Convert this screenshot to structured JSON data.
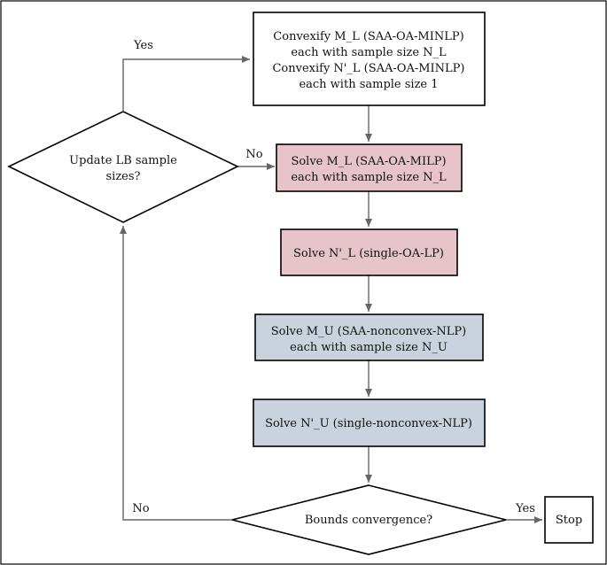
{
  "colors": {
    "pink_fill": "#e6c4ca",
    "blue_fill": "#c8d3dd",
    "white_fill": "#ffffff",
    "arrow": "#666666",
    "border": "#000000"
  },
  "nodes": {
    "convexify": {
      "line1": "Convexify M_L (SAA-OA-MINLP)",
      "line2": "each with sample size N_L",
      "line3": "Convexify N'_L (SAA-OA-MINLP)",
      "line4": "each with sample size 1"
    },
    "update_lb": {
      "line1": "Update LB sample",
      "line2": "sizes?"
    },
    "solve_ml": {
      "line1": "Solve M_L (SAA-OA-MILP)",
      "line2": "each with sample size N_L"
    },
    "solve_nl": {
      "line1": "Solve N'_L (single-OA-LP)"
    },
    "solve_mu": {
      "line1": "Solve M_U (SAA-nonconvex-NLP)",
      "line2": "each with sample size N_U"
    },
    "solve_nu": {
      "line1": "Solve N'_U (single-nonconvex-NLP)"
    },
    "bounds": {
      "line1": "Bounds convergence?"
    },
    "stop": {
      "line1": "Stop"
    }
  },
  "edge_labels": {
    "yes_top": "Yes",
    "no_update": "No",
    "no_bounds": "No",
    "yes_stop": "Yes"
  }
}
